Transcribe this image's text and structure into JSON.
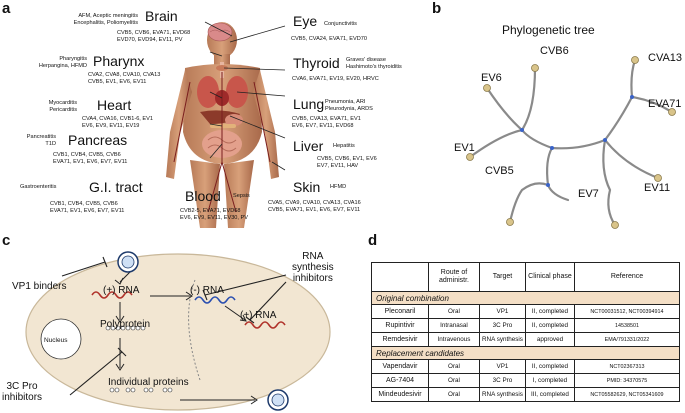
{
  "panels": {
    "a": "a",
    "b": "b",
    "c": "c",
    "d": "d"
  },
  "organs": {
    "brain": {
      "name": "Brain",
      "left_note": [
        "AFM, Aceptic meningitis",
        "Encephalitis, Poliomyelitis"
      ],
      "viruses": [
        "CVB5, CVB6, EVA71, EVD68",
        "EVD70, EVD94, EV11, PV"
      ]
    },
    "eye": {
      "name": "Eye",
      "note": "Conjunctivitis",
      "viruses": [
        "CVB5, CVA24, EVA71, EVD70"
      ]
    },
    "pharynx": {
      "name": "Pharynx",
      "left_note": [
        "Pharyngitis",
        "Herpangina, HFMD"
      ],
      "viruses": [
        "CVA2, CVA8, CVA10, CVA13",
        "CVB5, EV1, EV6, EV11"
      ]
    },
    "thyroid": {
      "name": "Thyroid",
      "note": [
        "Graves' disease",
        "Hashimoto's thyroiditis"
      ],
      "viruses": [
        "CVA6, EVA71, EV19, EV20, HRVC"
      ]
    },
    "heart": {
      "name": "Heart",
      "left_note": [
        "Myocarditis",
        "Pericarditis"
      ],
      "viruses": [
        "CVA4, CVA16, CVB1-6, EV1",
        "EV6, EV9, EV11, EV19"
      ]
    },
    "lung": {
      "name": "Lung",
      "note": [
        "Pneumonia, ARI",
        "Pleurodynia, ARDS"
      ],
      "viruses": [
        "CVB5, CVA13, EVA71, EV1",
        "EV6, EV7, EV11, EVD68"
      ]
    },
    "pancreas": {
      "name": "Pancreas",
      "left_note": [
        "Pancreatitis",
        "T1D"
      ],
      "viruses": [
        "CVB1, CVB4, CVB5, CVB6",
        "EVA71, EV1, EV6, EV7, EV11"
      ]
    },
    "liver": {
      "name": "Liver",
      "note": "Hepatitis",
      "viruses": [
        "CVB5, CVB6, EV1, EV6",
        "EV7, EV11, HAV"
      ]
    },
    "gi": {
      "name": "G.I. tract",
      "left_note": "Gastroenteritis",
      "viruses": [
        "CVB1, CVB4, CVB5, CVB6",
        "EVA71, EV1, EV6, EV7, EV11"
      ]
    },
    "blood": {
      "name": "Blood",
      "note": "Sepsis",
      "viruses": [
        "CVB2-5, EVA71, EVD68",
        "EV6, EV9, EV11, EV30, PV"
      ]
    },
    "skin": {
      "name": "Skin",
      "note": "HFMD",
      "viruses": [
        "CVA5, CVA9, CVA10, CVA13, CVA16",
        "CVB5, EVA71, EV1, EV6, EV7, EV11"
      ]
    }
  },
  "tree": {
    "title": "Phylogenetic tree",
    "leaves": [
      "CVA13",
      "EV6",
      "CVB6",
      "EVA71",
      "EV1",
      "CVB5",
      "EV7",
      "EV11"
    ]
  },
  "cell": {
    "vp1_binders": "VP1 binders",
    "pos_rna_1": "(+) RNA",
    "neg_rna": "(-) RNA",
    "pos_rna_2": "(+) RNA",
    "rna_inhibitors": [
      "RNA",
      "synthesis",
      "inhibitors"
    ],
    "nucleus": "Nucleus",
    "polyprotein": "Polyprotein",
    "individual_proteins": "Individual proteins",
    "pro_inhibitors": [
      "3C Pro",
      "inhibitors"
    ]
  },
  "table": {
    "headers": [
      "",
      "Route of administr.",
      "Target",
      "Clinical phase",
      "Reference"
    ],
    "sections": [
      {
        "title": "Original combination",
        "rows": [
          [
            "Pleconaril",
            "Oral",
            "VP1",
            "II, completed",
            "NCT00031512, NCT00394914"
          ],
          [
            "Rupintivir",
            "Intranasal",
            "3C Pro",
            "II, completed",
            "14538501"
          ],
          [
            "Remdesivir",
            "Intravenous",
            "RNA synthesis",
            "approved",
            "EMA/791331/2022"
          ]
        ]
      },
      {
        "title": "Replacement candidates",
        "rows": [
          [
            "Vapendavir",
            "Oral",
            "VP1",
            "II, completed",
            "NCT02367313"
          ],
          [
            "AG-7404",
            "Oral",
            "3C Pro",
            "I, completed",
            "PMID: 34370575"
          ],
          [
            "Mindeudesivir",
            "Oral",
            "RNA synthesis",
            "III, completed",
            "NCT05582629, NCT05341609"
          ]
        ]
      }
    ]
  }
}
